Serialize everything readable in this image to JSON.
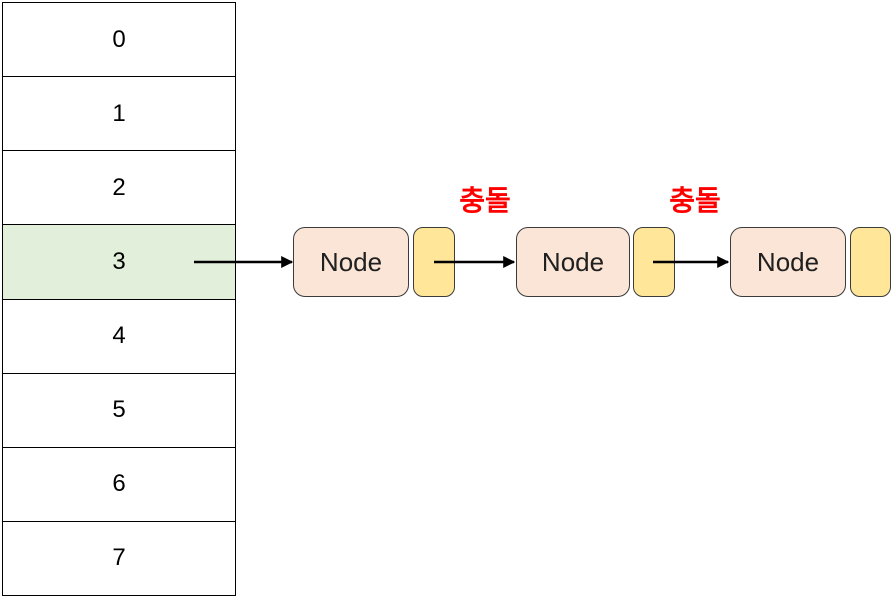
{
  "diagram_title": "hash-table-separate-chaining",
  "array": {
    "cells": [
      {
        "label": "0",
        "highlighted": false
      },
      {
        "label": "1",
        "highlighted": false
      },
      {
        "label": "2",
        "highlighted": false
      },
      {
        "label": "3",
        "highlighted": true
      },
      {
        "label": "4",
        "highlighted": false
      },
      {
        "label": "5",
        "highlighted": false
      },
      {
        "label": "6",
        "highlighted": false
      },
      {
        "label": "7",
        "highlighted": false
      }
    ]
  },
  "linked_list": {
    "nodes": [
      {
        "label": "Node"
      },
      {
        "label": "Node"
      },
      {
        "label": "Node"
      }
    ]
  },
  "collision_labels": [
    {
      "text": "충돌"
    },
    {
      "text": "충돌"
    }
  ],
  "colors": {
    "cell_highlight": "#e2efda",
    "node_fill": "#fbe5d6",
    "pointer_fill": "#ffe699",
    "collision_text": "#ff0000",
    "shape_border": "#3b3b3b",
    "array_border": "#000000",
    "arrow": "#000000",
    "background": "#ffffff"
  }
}
